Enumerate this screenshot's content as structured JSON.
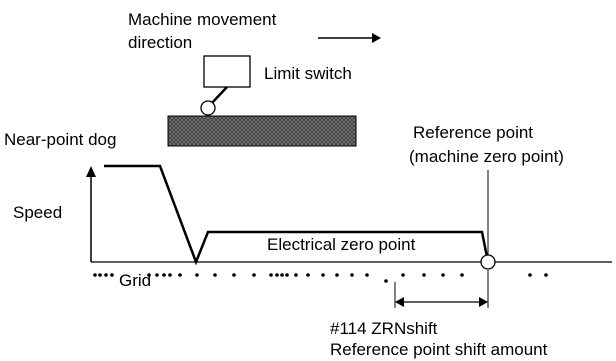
{
  "labels": {
    "movement_line1": "Machine movement",
    "movement_line2": "direction",
    "limit_switch": "Limit switch",
    "near_point_dog": "Near-point dog",
    "reference_point_line1": "Reference point",
    "reference_point_line2": "(machine zero point)",
    "speed": "Speed",
    "electrical_zero": "Electrical zero point",
    "grid": "Grid",
    "shift_param": "#114 ZRNshift",
    "shift_amount": "Reference point shift amount"
  },
  "colors": {
    "line": "#000000",
    "dog_fill": "#6b6b6b",
    "dog_hatch": "#3a3a3a",
    "background": "#ffffff"
  },
  "icons": [
    "arrow-right-icon",
    "arrow-up-icon",
    "double-arrow-icon",
    "grid-dots"
  ]
}
